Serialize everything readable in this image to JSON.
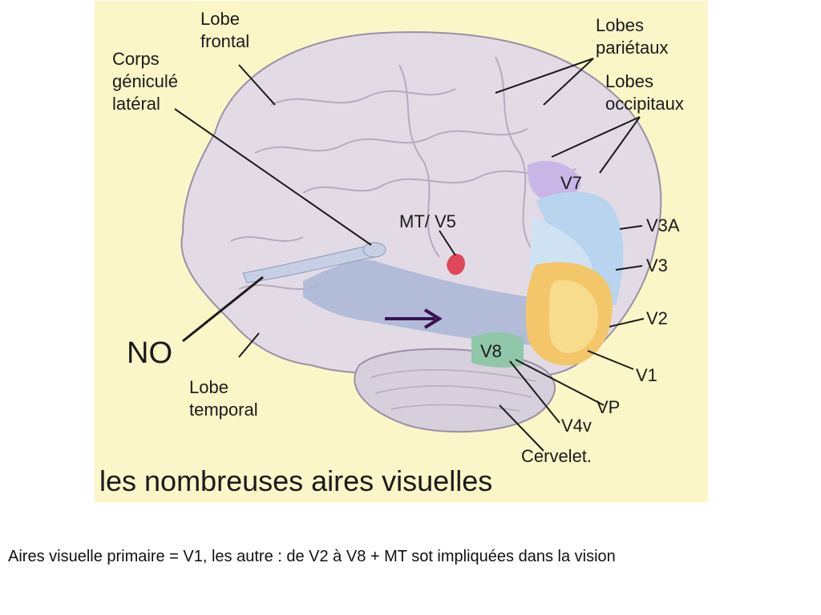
{
  "diagram": {
    "labels": {
      "lobe_frontal": [
        "Lobe",
        "frontal"
      ],
      "corps_geniculate": [
        "Corps",
        "géniculé",
        "latéral"
      ],
      "lobes_parietaux": [
        "Lobes",
        "pariétaux"
      ],
      "lobes_occipitaux": [
        "Lobes",
        "occipitaux"
      ],
      "mt_v5": "MT/ V5",
      "v7": "V7",
      "v3a": "V3A",
      "v3": "V3",
      "v2": "V2",
      "v1": "V1",
      "v8": "V8",
      "vp": "VP",
      "v4v": "V4v",
      "cervelet": "Cervelet.",
      "no": "NO",
      "lobe_temporal": [
        "Lobe",
        "temporal"
      ]
    },
    "title": "les nombreuses aires visuelles",
    "colors": {
      "background": "#fbf6c7",
      "brain": "#e2dbe6",
      "v7": "#c9b6e6",
      "v3_v3a": "#b8d4ee",
      "v2": "#f3c66a",
      "v1": "#f7dc8e",
      "v8": "#8fc7a8",
      "mt": "#e0485a",
      "pathway": "#a9b6d6"
    }
  },
  "caption": "Aires visuelle primaire = V1, les autre : de V2 à V8 + MT sot impliquées dans la vision"
}
